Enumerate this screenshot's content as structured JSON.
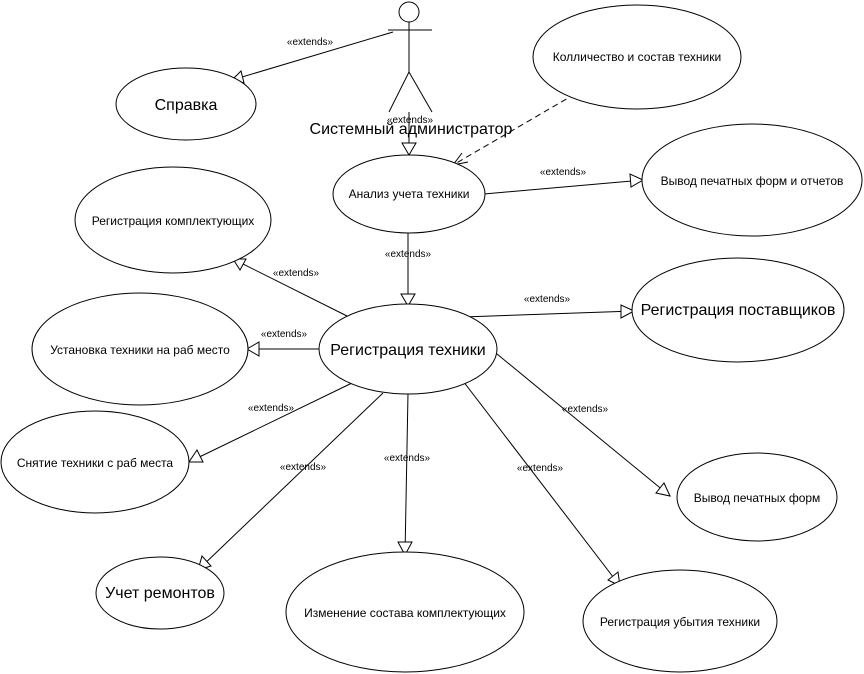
{
  "actor": {
    "name": "Системный администратор"
  },
  "use_cases": {
    "spravka": "Справка",
    "kolichestvo": "Колличество и состав техники",
    "analiz": "Анализ учета техники",
    "vyvod_otchetov": "Вывод печатных форм и отчетов",
    "reg_komplekt": "Регистрация комплектующих",
    "reg_tehniki": "Регистрация техники",
    "reg_postavshikov": "Регистрация поставщиков",
    "ustanovka": "Установка техники на раб место",
    "snyatie": "Снятие техники с раб места",
    "vyvod_form": "Вывод печатных форм",
    "uchet_remontov": "Учет ремонтов",
    "izmenenie": "Изменение состава комплектующих",
    "reg_ubytiya": "Регистрация убытия техники"
  },
  "relation_label": "«extends»"
}
